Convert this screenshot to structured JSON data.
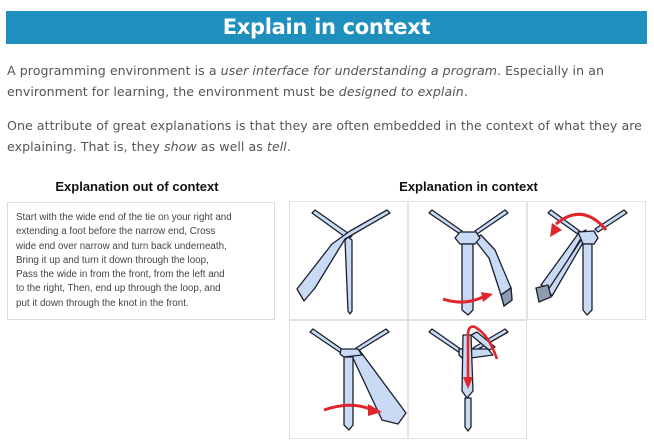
{
  "header": {
    "title": "Explain in context",
    "background": "#1f8fbd"
  },
  "intro": {
    "p1": {
      "a": "A programming environment is a ",
      "em1": "user interface for understanding a program",
      "b": ". Especially in an environment for learning, the environment must be ",
      "em2": "designed to explain",
      "c": "."
    },
    "p2": {
      "a": "One attribute of great explanations is that they are often embedded in the context of what they are explaining. That is, they ",
      "em1": "show",
      "b": " as well as ",
      "em2": "tell",
      "c": "."
    }
  },
  "left_column": {
    "heading": "Explanation out of context",
    "lines": [
      "Start with the wide end of the tie on your right and",
      "extending a foot before the narrow end, Cross",
      "wide end over narrow and turn back underneath,",
      "Bring it up and turn it down through the loop,",
      "Pass the wide in from the front, from the left and",
      "to the right, Then, end up through the loop, and",
      "put it down through the knot in the front."
    ]
  },
  "right_column": {
    "heading": "Explanation in context",
    "steps": [
      {
        "id": 1,
        "illustration": "tie-step-cross-wide-over-narrow",
        "arrow": "none"
      },
      {
        "id": 2,
        "illustration": "tie-step-turn-back-underneath",
        "arrow": "right-arrow"
      },
      {
        "id": 3,
        "illustration": "tie-step-bring-up-turn-down",
        "arrow": "curved-left-arrow"
      },
      {
        "id": 4,
        "illustration": "tie-step-pass-left-to-right",
        "arrow": "right-arrow"
      },
      {
        "id": 5,
        "illustration": "tie-step-down-through-knot",
        "arrow": "down-arrow"
      }
    ],
    "colors": {
      "tie_fill": "#c9daf5",
      "tie_shadow": "#8d9bb3",
      "outline": "#1a1f2b",
      "arrow": "#e0252b"
    }
  }
}
